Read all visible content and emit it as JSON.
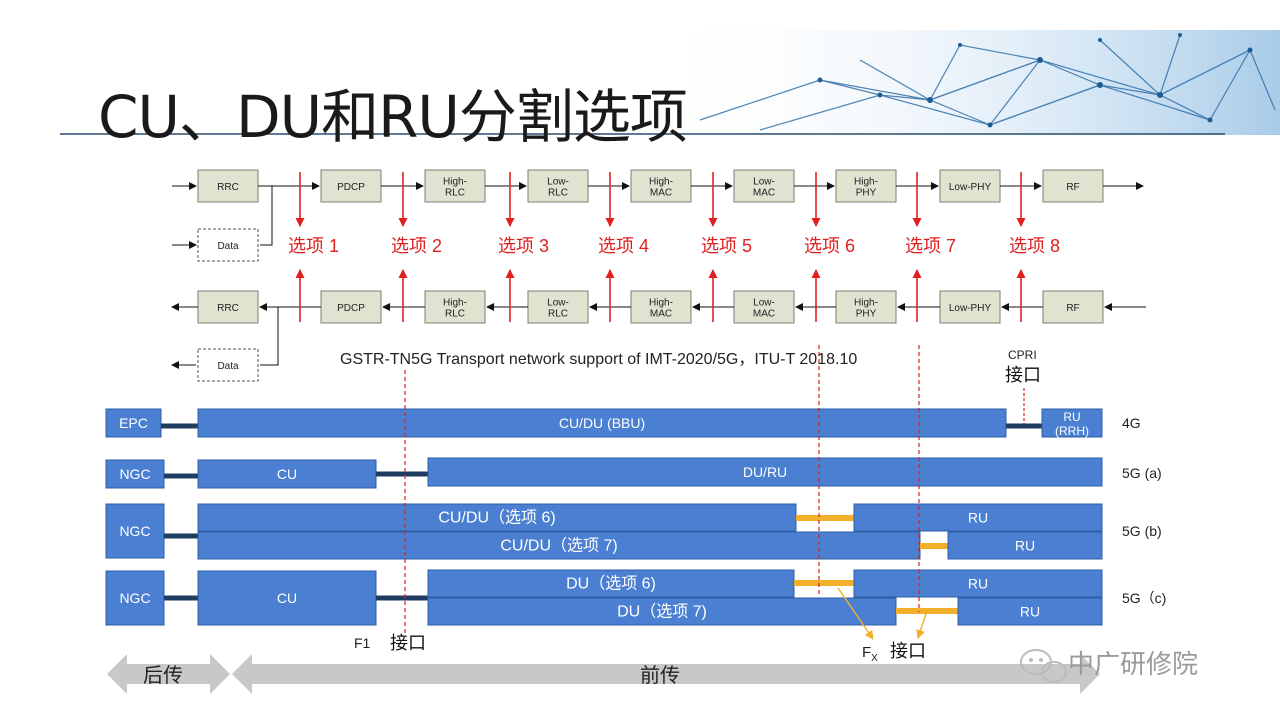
{
  "title": "CU、DU和RU分割选项",
  "colors": {
    "box_fill": "#dfe3cf",
    "box_stroke": "#7c7f75",
    "split_red": "#e02020",
    "bar_blue": "#4a7fd1",
    "bar_stroke": "#2e5ea8",
    "link_dark": "#1f3d63",
    "fx_orange": "#f2b02a",
    "arrow_gray": "#c8c8c8"
  },
  "downlink_blocks": [
    "RRC",
    "PDCP",
    "High-\nRLC",
    "Low-\nRLC",
    "High-\nMAC",
    "Low-\nMAC",
    "High-\nPHY",
    "Low-PHY",
    "RF"
  ],
  "uplink_blocks": [
    "RRC",
    "PDCP",
    "High-\nRLC",
    "Low-\nRLC",
    "High-\nMAC",
    "Low-\nMAC",
    "High-\nPHY",
    "Low-PHY",
    "RF"
  ],
  "data_label": "Data",
  "options": [
    "选项 1",
    "选项 2",
    "选项 3",
    "选项 4",
    "选项 5",
    "选项 6",
    "选项 7",
    "选项 8"
  ],
  "source_note": "GSTR-TN5G Transport network support of IMT-2020/5G，ITU-T 2018.10",
  "cpri_label": "CPRI",
  "interface_label": "接口",
  "f1_label": "F1",
  "fx_label": "F",
  "fx_sub": "X",
  "rows": {
    "r4g": {
      "core": "EPC",
      "main": "CU/DU (BBU)",
      "ru": [
        "RU",
        "(RRH)"
      ],
      "tag": "4G"
    },
    "r5ga": {
      "core": "NGC",
      "cu": "CU",
      "du": "DU/RU",
      "tag": "5G (a)"
    },
    "r5gb": {
      "core": "NGC",
      "top": "CU/DU（选项 6)",
      "top_ru": "RU",
      "bottom": "CU/DU（选项 7)",
      "bottom_ru": "RU",
      "tag": "5G (b)"
    },
    "r5gc": {
      "core": "NGC",
      "cu": "CU",
      "top": "DU（选项 6)",
      "top_ru": "RU",
      "bottom": "DU（选项 7)",
      "bottom_ru": "RU",
      "tag": "5G（c)"
    }
  },
  "backhaul_label": "后传",
  "fronthaul_label": "前传",
  "watermark": "中广研修院"
}
